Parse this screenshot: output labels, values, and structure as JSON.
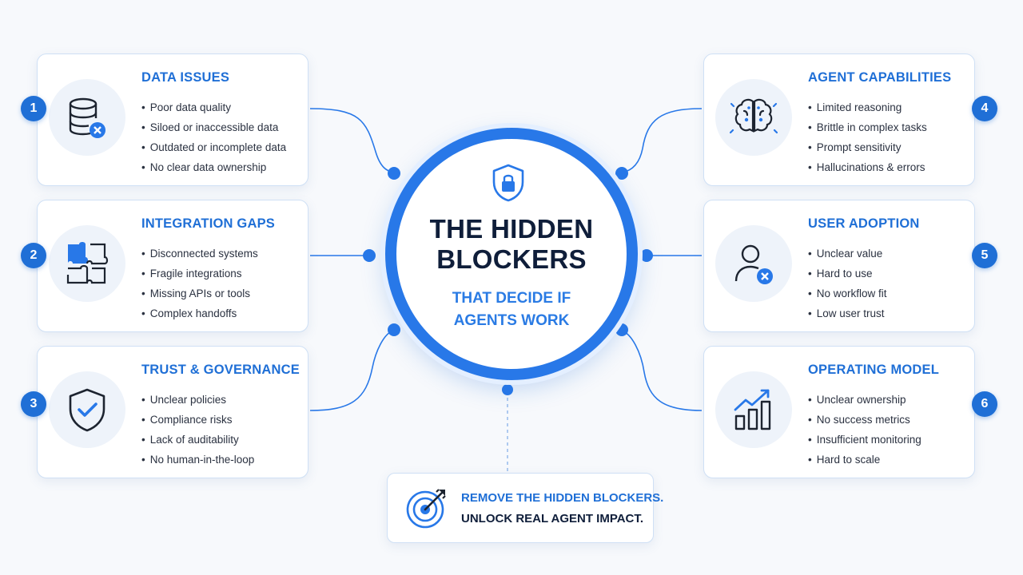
{
  "hub": {
    "title_line1": "THE HIDDEN",
    "title_line2": "BLOCKERS",
    "subtitle_line1": "THAT DECIDE IF",
    "subtitle_line2": "AGENTS WORK",
    "icon": "shield-lock-icon"
  },
  "cards": [
    {
      "number": "1",
      "title": "DATA ISSUES",
      "icon": "database-x-icon",
      "items": [
        "Poor data quality",
        "Siloed or inaccessible data",
        "Outdated or incomplete data",
        "No clear data ownership"
      ]
    },
    {
      "number": "2",
      "title": "INTEGRATION GAPS",
      "icon": "puzzle-icon",
      "items": [
        "Disconnected systems",
        "Fragile integrations",
        "Missing APIs or tools",
        "Complex handoffs"
      ]
    },
    {
      "number": "3",
      "title": "TRUST & GOVERNANCE",
      "icon": "shield-check-icon",
      "items": [
        "Unclear policies",
        "Compliance risks",
        "Lack of auditability",
        "No human-in-the-loop"
      ]
    },
    {
      "number": "4",
      "title": "AGENT CAPABILITIES",
      "icon": "brain-icon",
      "items": [
        "Limited reasoning",
        "Brittle in complex tasks",
        "Prompt sensitivity",
        "Hallucinations & errors"
      ]
    },
    {
      "number": "5",
      "title": "USER ADOPTION",
      "icon": "user-x-icon",
      "items": [
        "Unclear value",
        "Hard to use",
        "No workflow fit",
        "Low user trust"
      ]
    },
    {
      "number": "6",
      "title": "OPERATING MODEL",
      "icon": "growth-chart-icon",
      "items": [
        "Unclear ownership",
        "No success metrics",
        "Insufficient monitoring",
        "Hard to scale"
      ]
    }
  ],
  "callout": {
    "line1": "REMOVE THE HIDDEN BLOCKERS.",
    "line2": "UNLOCK REAL AGENT IMPACT.",
    "icon": "target-arrow-icon"
  },
  "colors": {
    "accent": "#1f6fd6",
    "ring": "#2878e8",
    "dark_text": "#0f1e3a",
    "card_border": "#cfe0f5",
    "icon_disc": "#eef3fa"
  }
}
